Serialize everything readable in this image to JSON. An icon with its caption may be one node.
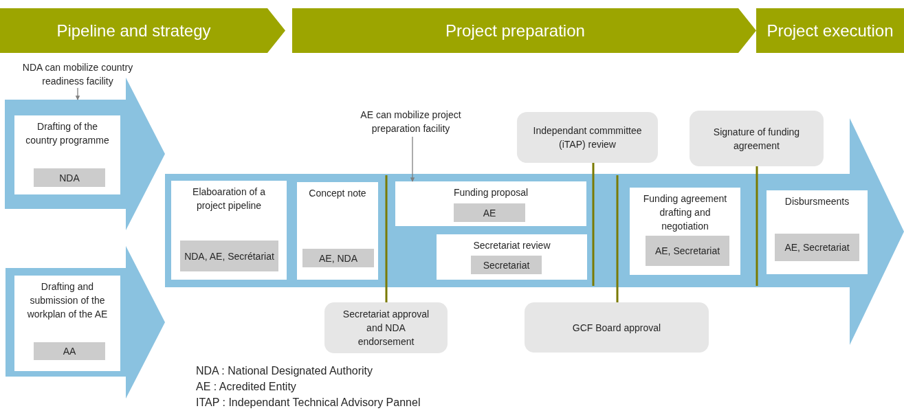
{
  "diagram": {
    "nodes": [
      {
        "text": [
          "Pipeline and strategy"
        ]
      },
      {
        "text": [
          "Project preparation"
        ]
      },
      {
        "text": [
          "Project execution"
        ]
      },
      {
        "text": [
          "NDA can mobilize country readiness facility"
        ]
      },
      {
        "text": [],
        "shape": "arrow"
      },
      {
        "text": [
          "Drafting of the country programme"
        ],
        "in": 4
      },
      {
        "text": [
          "NDA"
        ],
        "in": 5
      },
      {
        "text": [],
        "shape": "arrow"
      },
      {
        "text": [
          "Drafting and submission of the workplan of the AE"
        ],
        "in": 7
      },
      {
        "text": [
          "AA"
        ],
        "in": 8
      },
      {
        "text": [],
        "shape": "arrow"
      },
      {
        "text": [
          "Elaboaration of a project pipeline"
        ],
        "in": 10
      },
      {
        "text": [
          "NDA, AE, Secrétariat"
        ],
        "in": 11
      },
      {
        "text": [
          "Concept note"
        ],
        "in": 10
      },
      {
        "text": [
          "AE, NDA"
        ],
        "in": 13
      },
      {
        "text": [
          "AE can mobilize project preparation facility"
        ]
      },
      {
        "text": [
          "Funding proposal"
        ],
        "in": 10
      },
      {
        "text": [
          "AE"
        ],
        "in": 16
      },
      {
        "text": [
          "Secretariat review"
        ],
        "in": 10
      },
      {
        "text": [
          "Secretariat"
        ],
        "in": 18
      },
      {
        "text": [
          "Independant commmittee (iTAP) review"
        ]
      },
      {
        "text": [
          "Signature of funding agreement"
        ]
      },
      {
        "text": [
          "Funding agreement drafting and negotiation"
        ],
        "in": 10
      },
      {
        "text": [
          "AE, Secretariat"
        ],
        "in": 22
      },
      {
        "text": [
          "Disbursmeents"
        ],
        "in": 10
      },
      {
        "text": [
          "AE, Secretariat"
        ],
        "in": 24
      },
      {
        "text": [
          "Secretariat approval and NDA endorsement"
        ]
      },
      {
        "text": [
          "GCF Board approval"
        ]
      }
    ],
    "edges": [
      {
        "from": 3,
        "to": 4,
        "arrow": "to",
        "color": "#7f7f7f"
      },
      {
        "from": 15,
        "to": 16,
        "arrow": "to",
        "color": "#7f7f7f"
      },
      {
        "from": 26,
        "to": 10,
        "arrow": "none"
      },
      {
        "from": 20,
        "to": 10,
        "arrow": "none"
      },
      {
        "from": 27,
        "to": 10,
        "arrow": "none"
      },
      {
        "from": 21,
        "to": 10,
        "arrow": "none"
      }
    ],
    "labels": [
      "NDA : National Designated Authority",
      "AE : Acredited Entity",
      "ITAP : Independant Technical Advisory Pannel"
    ]
  }
}
